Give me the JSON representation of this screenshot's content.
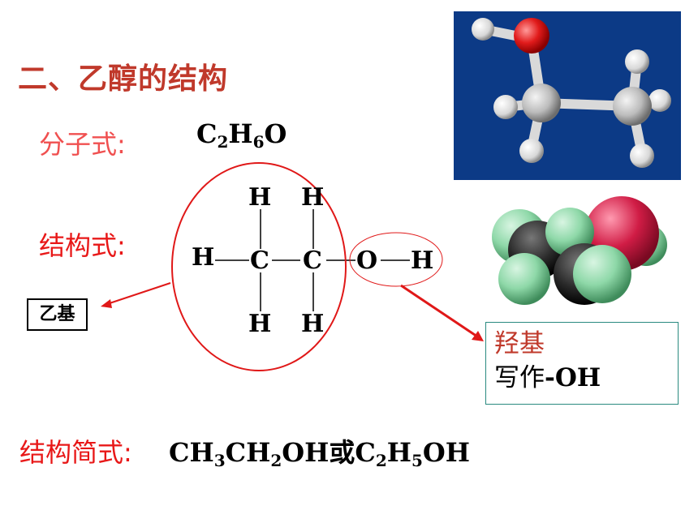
{
  "slide": {
    "title": "二、乙醇的结构",
    "molecular_formula_label": "分子式:",
    "molecular_formula": {
      "c": "C",
      "c_n": "2",
      "h": "H",
      "h_n": "6",
      "o": "O"
    },
    "structural_formula_label": "结构式:",
    "structure_atoms": {
      "h_top1": "H",
      "h_top2": "H",
      "h_left": "H",
      "c1": "C",
      "c2": "C",
      "o": "O",
      "h_right": "H",
      "h_bot1": "H",
      "h_bot2": "H"
    },
    "ethyl_label": "乙基",
    "hydroxyl_label": "羟基",
    "hydroxyl_write_prefix": "写作",
    "hydroxyl_write_formula": "-OH",
    "simplified_label": "结构简式:",
    "simplified_formula": {
      "a": "CH",
      "a_n": "3",
      "b": "CH",
      "b_n": "2",
      "c": "OH",
      "or": "或",
      "d": "C",
      "d_n": "2",
      "e": "H",
      "e_n": "5",
      "f": "OH"
    }
  },
  "colors": {
    "title": "#c0392b",
    "label_red": "#e81818",
    "circle_red": "#e01818",
    "ballstick_bg": "#0c3a86",
    "box_border": "#2a8a80"
  }
}
